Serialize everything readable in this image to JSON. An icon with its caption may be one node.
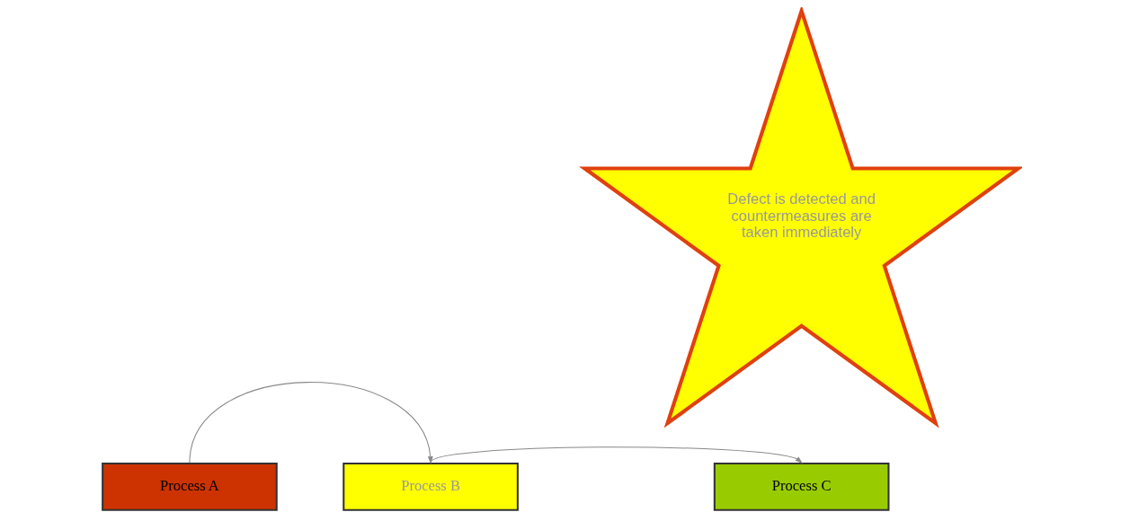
{
  "diagram": {
    "nodes": [
      {
        "text": [
          "Process A"
        ]
      },
      {
        "text": [
          "Process B"
        ]
      },
      {
        "text": [
          "Process C"
        ]
      },
      {
        "text": [
          "Defect is detected and countermeasures are taken immediately"
        ]
      }
    ],
    "edges": [
      {
        "from": 0,
        "to": 1,
        "arrow": "to"
      },
      {
        "from": 1,
        "to": 2,
        "arrow": "to"
      }
    ]
  }
}
